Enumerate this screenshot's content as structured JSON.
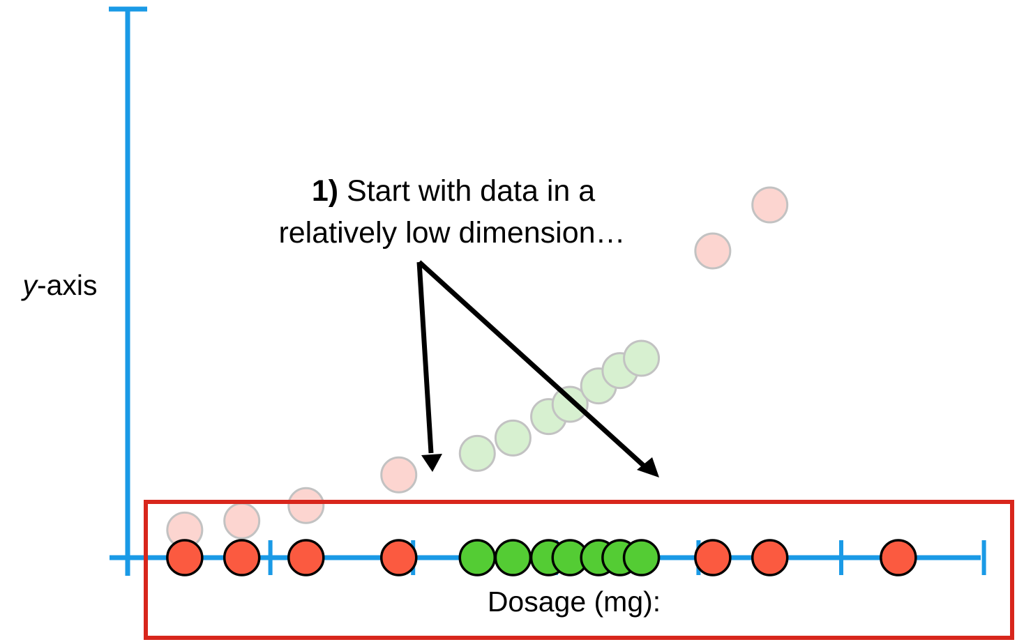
{
  "annotation": {
    "step": "1)",
    "line1_rest": " Start with data in a",
    "line2": "relatively low dimension…"
  },
  "y_axis_label": {
    "italic_part": "y",
    "rest": "-axis"
  },
  "x_axis_label": "Dosage (mg):",
  "colors": {
    "axis": "#1a9ae6",
    "box": "#d8261c",
    "red_point": "#fb5a40",
    "green_point": "#54cc34",
    "faded_red": "#fcd5d0",
    "faded_green": "#d7f0d0",
    "outline": "#000000",
    "faded_outline": "#c2c2c2"
  },
  "chart_data": {
    "type": "scatter",
    "x_ticks": 6,
    "dimension": "1-D points on dosage axis with faded 2-D projection",
    "points": [
      {
        "dosage": 0.4,
        "y": 0.9,
        "class": "red"
      },
      {
        "dosage": 0.8,
        "y": 1.2,
        "class": "red"
      },
      {
        "dosage": 1.25,
        "y": 1.7,
        "class": "red"
      },
      {
        "dosage": 1.9,
        "y": 2.7,
        "class": "red"
      },
      {
        "dosage": 2.45,
        "y": 3.4,
        "class": "green"
      },
      {
        "dosage": 2.7,
        "y": 3.9,
        "class": "green"
      },
      {
        "dosage": 2.95,
        "y": 4.6,
        "class": "green"
      },
      {
        "dosage": 3.1,
        "y": 5.0,
        "class": "green"
      },
      {
        "dosage": 3.3,
        "y": 5.6,
        "class": "green"
      },
      {
        "dosage": 3.45,
        "y": 6.1,
        "class": "green"
      },
      {
        "dosage": 3.6,
        "y": 6.5,
        "class": "green"
      },
      {
        "dosage": 4.1,
        "y": 10.0,
        "class": "red"
      },
      {
        "dosage": 4.5,
        "y": 11.5,
        "class": "red"
      },
      {
        "dosage": 5.4,
        "y": null,
        "class": "red"
      }
    ]
  }
}
